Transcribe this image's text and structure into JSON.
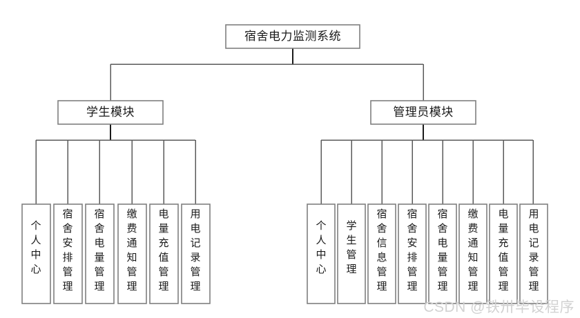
{
  "diagram": {
    "type": "org-chart",
    "title": "宿舍电力监测系统",
    "root": {
      "label": "宿舍电力监测系统"
    },
    "branches": [
      {
        "id": "student-module",
        "label": "学生模块",
        "children": [
          {
            "id": "student-personal-center",
            "label": "个人中心"
          },
          {
            "id": "student-dorm-arrange",
            "label": "宿舍安排管理"
          },
          {
            "id": "student-dorm-power",
            "label": "宿舍电量管理"
          },
          {
            "id": "student-payment-notice",
            "label": "缴费通知管理"
          },
          {
            "id": "student-power-recharge",
            "label": "电量充值管理"
          },
          {
            "id": "student-power-record",
            "label": "用电记录管理"
          }
        ]
      },
      {
        "id": "admin-module",
        "label": "管理员模块",
        "children": [
          {
            "id": "admin-personal-center",
            "label": "个人中心"
          },
          {
            "id": "admin-student-manage",
            "label": "学生管理"
          },
          {
            "id": "admin-dorm-info",
            "label": "宿舍信息管理"
          },
          {
            "id": "admin-dorm-arrange",
            "label": "宿舍安排管理"
          },
          {
            "id": "admin-dorm-power",
            "label": "宿舍电量管理"
          },
          {
            "id": "admin-payment-notice",
            "label": "缴费通知管理"
          },
          {
            "id": "admin-power-recharge",
            "label": "电量充值管理"
          },
          {
            "id": "admin-power-record",
            "label": "用电记录管理"
          }
        ]
      }
    ]
  },
  "watermark": {
    "text": "CSDN @铁卅毕设程序"
  },
  "colors": {
    "background": "#ffffff",
    "box_fill": "#ffffff",
    "box_border": "#7f7f7f",
    "connector": "#595959",
    "text": "#1a1a1a",
    "watermark": "#d2d2d2"
  }
}
